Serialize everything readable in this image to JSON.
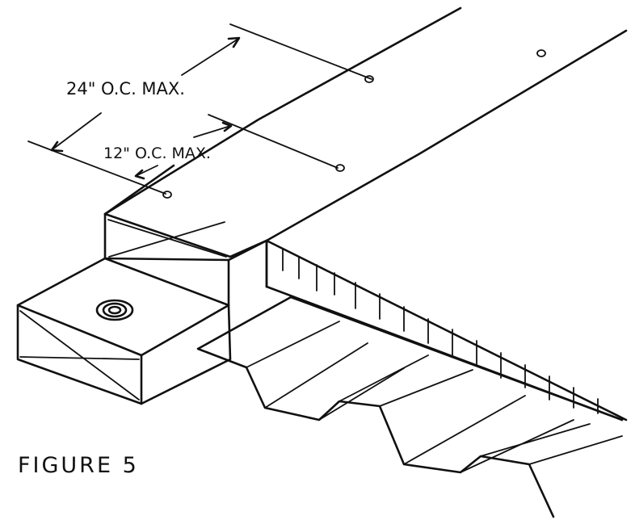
{
  "figure": {
    "caption": "FIGURE 5",
    "dimension_24": "24\" O.C. MAX.",
    "dimension_12": "12\" O.C. MAX."
  },
  "colors": {
    "ink": "#111111",
    "paper": "#ffffff"
  }
}
